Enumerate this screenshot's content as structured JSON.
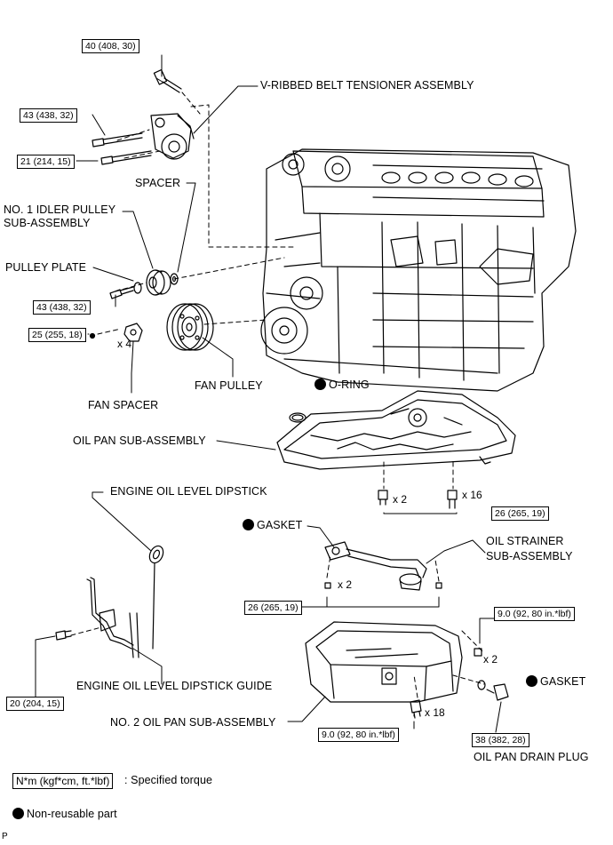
{
  "labels": {
    "tensioner": "V-RIBBED BELT TENSIONER ASSEMBLY",
    "spacer": "SPACER",
    "idler_line1": "NO. 1 IDLER PULLEY",
    "idler_line2": "SUB-ASSEMBLY",
    "pulley_plate": "PULLEY PLATE",
    "fan_pulley": "FAN PULLEY",
    "fan_spacer": "FAN SPACER",
    "o_ring": "O-RING",
    "oil_pan": "OIL PAN SUB-ASSEMBLY",
    "dipstick": "ENGINE OIL LEVEL DIPSTICK",
    "gasket_strainer": "GASKET",
    "strainer_line1": "OIL STRAINER",
    "strainer_line2": "SUB-ASSEMBLY",
    "dipstick_guide": "ENGINE OIL LEVEL DIPSTICK GUIDE",
    "no2_oil_pan": "NO. 2 OIL PAN SUB-ASSEMBLY",
    "gasket_drain": "GASKET",
    "drain_plug": "OIL PAN DRAIN PLUG"
  },
  "torques": {
    "t40": "40 (408, 30)",
    "t43a": "43 (438, 32)",
    "t21": "21 (214, 15)",
    "t43b": "43 (438, 32)",
    "t25": "25 (255, 18)",
    "t26a": "26 (265, 19)",
    "t26b": "26 (265, 19)",
    "t9a": "9.0 (92, 80 in.*lbf)",
    "t20": "20 (204, 15)",
    "t9b": "9.0 (92, 80 in.*lbf)",
    "t38": "38 (382, 28)"
  },
  "quantities": {
    "q_fan_spacer": "x 4",
    "q_pan_bolt_a": "x 2",
    "q_pan_bolt_b": "x 16",
    "q_strainer": "x 2",
    "q_no2_pan_a": "x 2",
    "q_no2_pan_b": "x 18"
  },
  "legend": {
    "unit_box": "N*m (kgf*cm, ft.*lbf)",
    "unit_desc": ": Specified torque",
    "non_reusable": "Non-reusable part"
  },
  "footer": {
    "page_mark": "P"
  },
  "colors": {
    "ink": "#000000",
    "paper": "#ffffff"
  }
}
